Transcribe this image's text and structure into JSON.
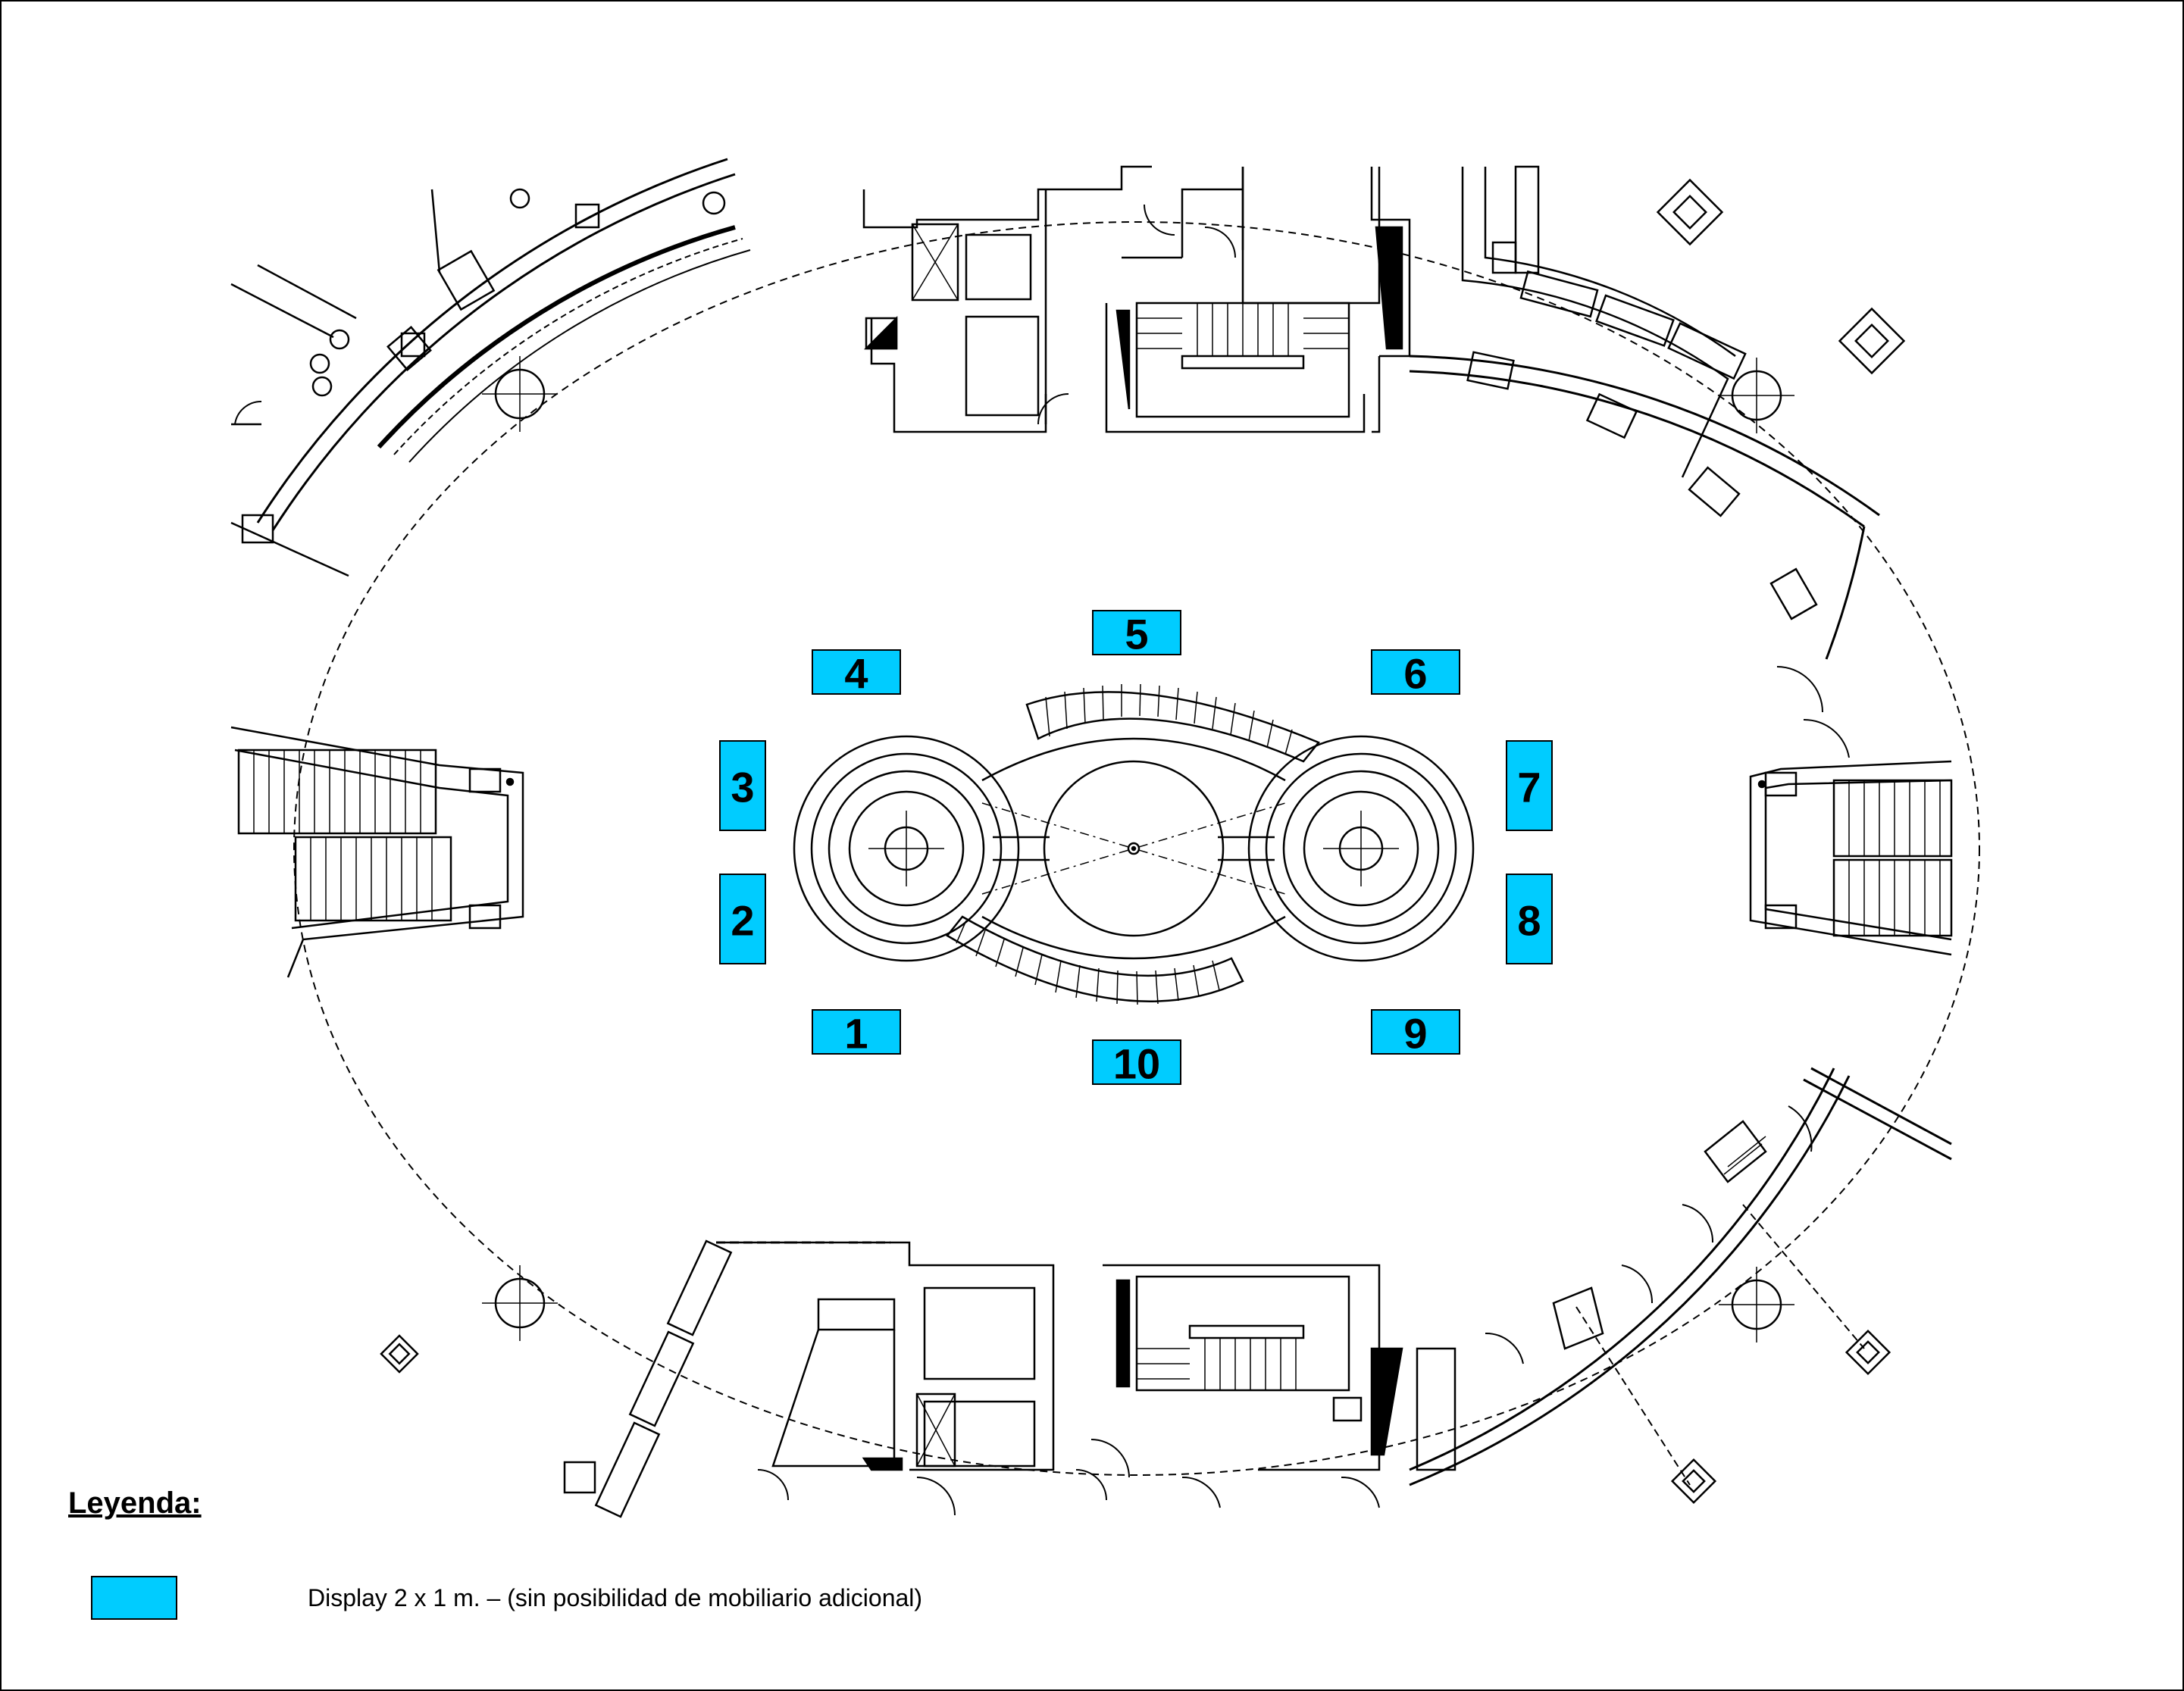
{
  "legend": {
    "title": "Leyenda:",
    "items": [
      {
        "label": "Display 2 x 1 m. – (sin posibilidad de mobiliario adicional)",
        "color": "#00CCFF"
      }
    ]
  },
  "booths": [
    {
      "number": "1",
      "color": "#00CCFF",
      "orientation": "horizontal"
    },
    {
      "number": "2",
      "color": "#00CCFF",
      "orientation": "vertical"
    },
    {
      "number": "3",
      "color": "#00CCFF",
      "orientation": "vertical"
    },
    {
      "number": "4",
      "color": "#00CCFF",
      "orientation": "horizontal"
    },
    {
      "number": "5",
      "color": "#00CCFF",
      "orientation": "horizontal"
    },
    {
      "number": "6",
      "color": "#00CCFF",
      "orientation": "horizontal"
    },
    {
      "number": "7",
      "color": "#00CCFF",
      "orientation": "vertical"
    },
    {
      "number": "8",
      "color": "#00CCFF",
      "orientation": "vertical"
    },
    {
      "number": "9",
      "color": "#00CCFF",
      "orientation": "horizontal"
    },
    {
      "number": "10",
      "color": "#00CCFF",
      "orientation": "horizontal"
    }
  ],
  "line_color": "#000000"
}
